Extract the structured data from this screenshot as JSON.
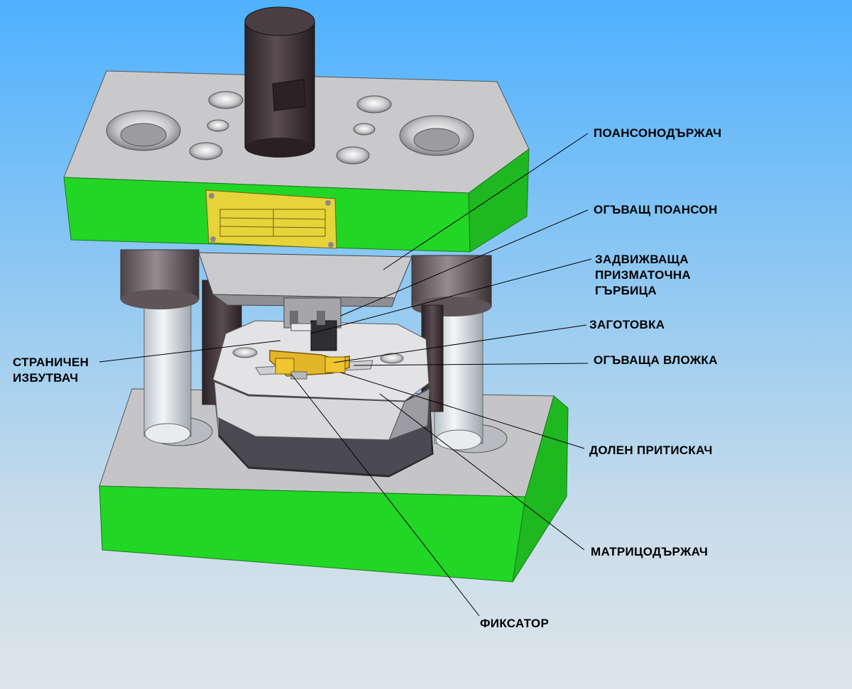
{
  "diagram": {
    "labels": {
      "punch_holder": "ПОАНСОНОДЪРЖАЧ",
      "bending_punch": "ОГЪВАЩ ПОАНСОН",
      "driving_cam": [
        "ЗАДВИЖВАЩА",
        "ПРИЗМАТОЧНА",
        "ГЪРБИЦА"
      ],
      "blank": "ЗАГОТОВКА",
      "side_ejector": [
        "СТРАНИЧЕН",
        "ИЗБУТВАЧ"
      ],
      "bending_insert": "ОГЪВАЩА ВЛОЖКА",
      "lower_presser": "ДОЛЕН ПРИТИСКАЧ",
      "die_holder": "МАТРИЦОДЪРЖАЧ",
      "locator": "ФИКСАТОР"
    },
    "colors": {
      "plate_green": "#22d625",
      "plate_grey": "#c9c9cc",
      "shank": "#3a2f33",
      "nameplate": "#e6d43a",
      "leader": "#000000"
    }
  }
}
